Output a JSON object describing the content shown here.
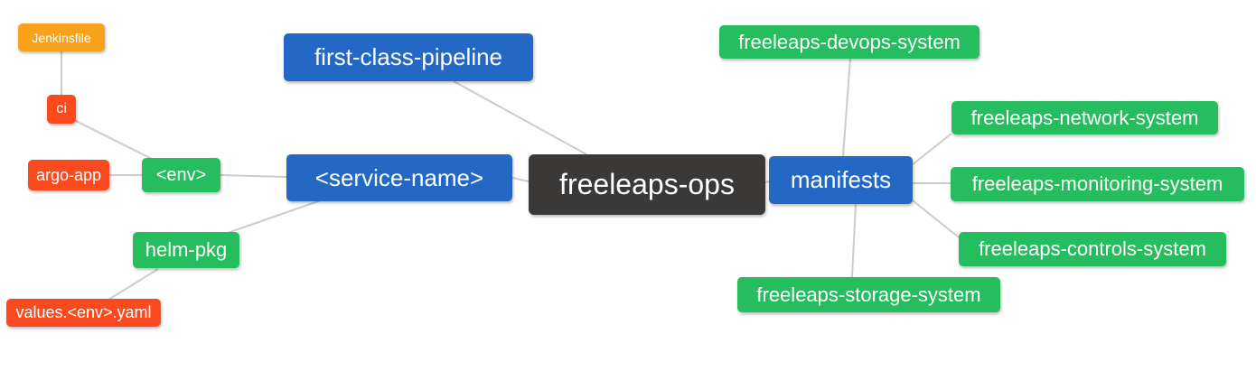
{
  "diagram": {
    "title": "freeleaps-ops mind map",
    "root": "freeleaps-ops",
    "palette": {
      "root_bg": "#3b3838",
      "level1_bg": "#2368c4",
      "level2_bg": "#26bd5e",
      "leaf_red_bg": "#fa4a1e",
      "leaf_orange_bg": "#f9a11b",
      "text": "#ffffff",
      "edge": "#cccccc",
      "background": "#ffffff"
    }
  },
  "mindmap": {
    "nodes": [
      {
        "id": "jenkinsfile",
        "label": "Jenkinsfile",
        "color": "#f9a11b",
        "level": "leaf"
      },
      {
        "id": "ci",
        "label": "ci",
        "color": "#fa4a1e",
        "level": "leaf"
      },
      {
        "id": "argo-app",
        "label": "argo-app",
        "color": "#fa4a1e",
        "level": "leaf"
      },
      {
        "id": "env",
        "label": "<env>",
        "color": "#26bd5e",
        "level": "2"
      },
      {
        "id": "helm-pkg",
        "label": "helm-pkg",
        "color": "#26bd5e",
        "level": "2"
      },
      {
        "id": "values-env-yaml",
        "label": "values.<env>.yaml",
        "color": "#fa4a1e",
        "level": "leaf"
      },
      {
        "id": "first-class-pipeline",
        "label": "first-class-pipeline",
        "color": "#2368c4",
        "level": "1"
      },
      {
        "id": "service-name",
        "label": "<service-name>",
        "color": "#2368c4",
        "level": "1"
      },
      {
        "id": "freeleaps-ops",
        "label": "freeleaps-ops",
        "color": "#3b3838",
        "level": "root"
      },
      {
        "id": "manifests",
        "label": "manifests",
        "color": "#2368c4",
        "level": "1"
      },
      {
        "id": "freeleaps-devops-system",
        "label": "freeleaps-devops-system",
        "color": "#26bd5e",
        "level": "2"
      },
      {
        "id": "freeleaps-network-system",
        "label": "freeleaps-network-system",
        "color": "#26bd5e",
        "level": "2"
      },
      {
        "id": "freeleaps-monitoring-system",
        "label": "freeleaps-monitoring-system",
        "color": "#26bd5e",
        "level": "2"
      },
      {
        "id": "freeleaps-controls-system",
        "label": "freeleaps-controls-system",
        "color": "#26bd5e",
        "level": "2"
      },
      {
        "id": "freeleaps-storage-system",
        "label": "freeleaps-storage-system",
        "color": "#26bd5e",
        "level": "2"
      }
    ],
    "edges": [
      {
        "from": "ci",
        "to": "jenkinsfile"
      },
      {
        "from": "env",
        "to": "ci"
      },
      {
        "from": "env",
        "to": "argo-app"
      },
      {
        "from": "service-name",
        "to": "env"
      },
      {
        "from": "service-name",
        "to": "helm-pkg"
      },
      {
        "from": "helm-pkg",
        "to": "values-env-yaml"
      },
      {
        "from": "freeleaps-ops",
        "to": "first-class-pipeline"
      },
      {
        "from": "freeleaps-ops",
        "to": "service-name"
      },
      {
        "from": "freeleaps-ops",
        "to": "manifests"
      },
      {
        "from": "manifests",
        "to": "freeleaps-devops-system"
      },
      {
        "from": "manifests",
        "to": "freeleaps-network-system"
      },
      {
        "from": "manifests",
        "to": "freeleaps-monitoring-system"
      },
      {
        "from": "manifests",
        "to": "freeleaps-controls-system"
      },
      {
        "from": "manifests",
        "to": "freeleaps-storage-system"
      }
    ]
  }
}
